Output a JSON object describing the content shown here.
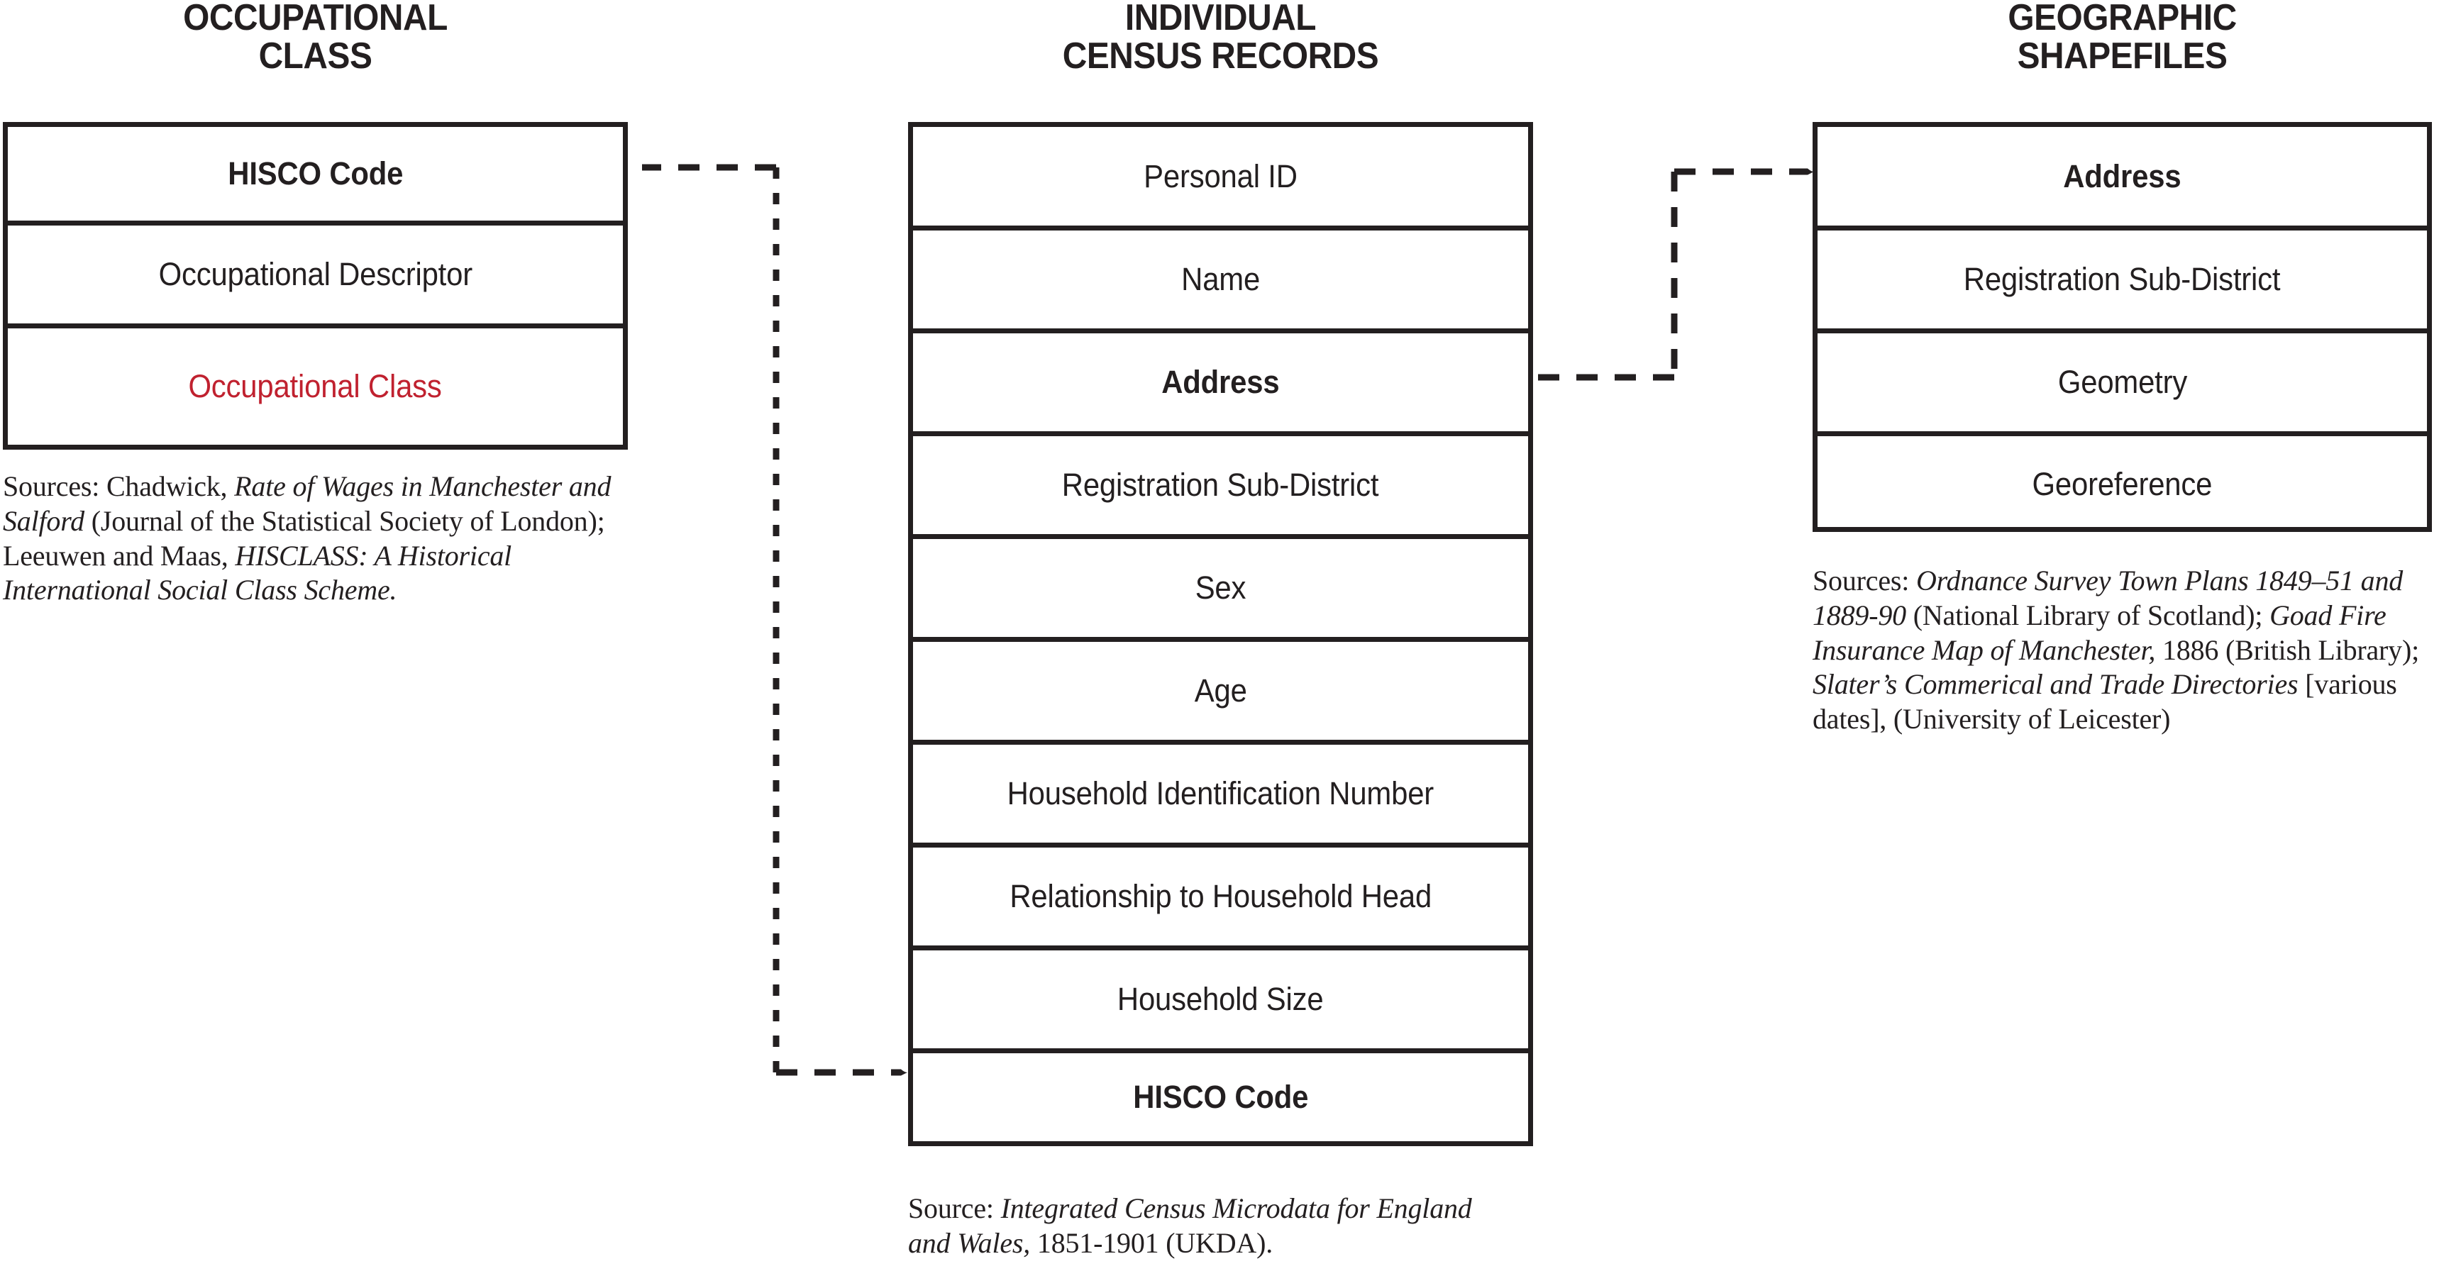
{
  "diagram": {
    "title_text_color": "#231f20",
    "accent_color": "#c0212f",
    "line_color": "#231f20"
  },
  "columns": {
    "occupational_class": {
      "title": "OCCUPATIONAL\nCLASS",
      "fields": [
        {
          "label": "HISCO Code",
          "style": "bold"
        },
        {
          "label": "Occupational Descriptor",
          "style": "normal"
        },
        {
          "label": "Occupational Class",
          "style": "accent"
        }
      ],
      "source_note_prefix": "Sources: Chadwick, ",
      "source_note_italic_1": "Rate of Wages in Manchester and Salford",
      "source_note_mid": " (Journal of the Statistical Society of London); Leeuwen and Maas, ",
      "source_note_italic_2": "HISCLASS: A Historical International Social Class Scheme."
    },
    "census_records": {
      "title": "INDIVIDUAL\nCENSUS RECORDS",
      "fields": [
        {
          "label": "Personal ID",
          "style": "normal"
        },
        {
          "label": "Name",
          "style": "normal"
        },
        {
          "label": "Address",
          "style": "bold"
        },
        {
          "label": "Registration Sub-District",
          "style": "normal"
        },
        {
          "label": "Sex",
          "style": "normal"
        },
        {
          "label": "Age",
          "style": "normal"
        },
        {
          "label": "Household Identification Number",
          "style": "normal"
        },
        {
          "label": "Relationship to Household Head",
          "style": "normal"
        },
        {
          "label": "Household Size",
          "style": "normal"
        },
        {
          "label": "HISCO Code",
          "style": "bold"
        }
      ],
      "source_note_prefix": "Source: ",
      "source_note_italic_1": "Integrated Census Microdata for England and Wales,",
      "source_note_mid": " 1851-1901 (UKDA)."
    },
    "geographic_shapefiles": {
      "title": "GEOGRAPHIC\nSHAPEFILES",
      "fields": [
        {
          "label": "Address",
          "style": "bold"
        },
        {
          "label": "Registration Sub-District",
          "style": "normal"
        },
        {
          "label": "Geometry",
          "style": "normal"
        },
        {
          "label": "Georeference",
          "style": "normal"
        }
      ],
      "source_note_prefix": "Sources: ",
      "source_note_italic_1": "Ordnance Survey Town Plans 1849–51 and 1889-90",
      "source_note_mid": " (National Library of Scotland); ",
      "source_note_italic_2": "Goad Fire Insurance Map of Manchester,",
      "source_note_mid_2": " 1886 (British Library); ",
      "source_note_italic_3": "Slater’s Commerical and Trade Directories",
      "source_note_tail": " [various dates], (University of Leicester)"
    }
  },
  "connectors": [
    {
      "name": "hisco-link",
      "from": "census_records.HISCO Code",
      "to": "occupational_class.HISCO Code",
      "style": "dashed"
    },
    {
      "name": "address-link",
      "from": "census_records.Address",
      "to": "geographic_shapefiles.Address",
      "style": "dashed"
    }
  ]
}
